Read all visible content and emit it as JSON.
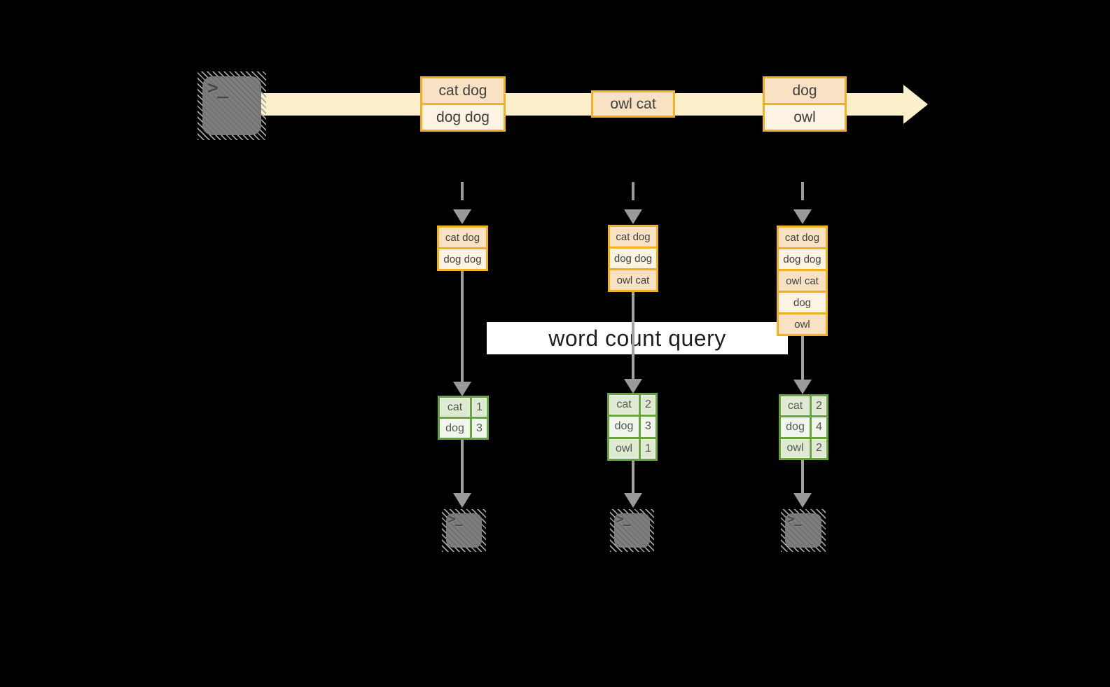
{
  "banner": {
    "label": "word count query",
    "bg": "#ffffff",
    "text_color": "#1f1f1f"
  },
  "terminal": {
    "glyph": ">_"
  },
  "timeline": {
    "band_color": "#fcf0cc",
    "events": [
      {
        "lines": [
          "cat dog",
          "dog dog"
        ]
      },
      {
        "lines": [
          "owl cat"
        ]
      },
      {
        "lines": [
          "dog",
          "owl"
        ]
      }
    ]
  },
  "columns": [
    {
      "buffer": [
        "cat dog",
        "dog dog"
      ],
      "counts": [
        {
          "word": "cat",
          "count": "1"
        },
        {
          "word": "dog",
          "count": "3"
        }
      ]
    },
    {
      "buffer": [
        "cat dog",
        "dog dog",
        "owl cat"
      ],
      "counts": [
        {
          "word": "cat",
          "count": "2"
        },
        {
          "word": "dog",
          "count": "3"
        },
        {
          "word": "owl",
          "count": "1"
        }
      ]
    },
    {
      "buffer": [
        "cat dog",
        "dog dog",
        "owl cat",
        "dog",
        "owl"
      ],
      "counts": [
        {
          "word": "cat",
          "count": "2"
        },
        {
          "word": "dog",
          "count": "4"
        },
        {
          "word": "owl",
          "count": "2"
        }
      ]
    }
  ],
  "colors": {
    "background": "#000000",
    "accent_orange": "#f2b11f",
    "fill_peach": "#f9e2c4",
    "fill_cream": "#fdf3e3",
    "band_cream": "#fcf0cc",
    "green_border": "#68a43c",
    "green_row_dark": "#dfead2",
    "green_row_light": "#f1f6ec",
    "arrow_gray": "#a0a0a0",
    "terminal_gray": "#7d7d7d",
    "banner_white": "#ffffff"
  }
}
